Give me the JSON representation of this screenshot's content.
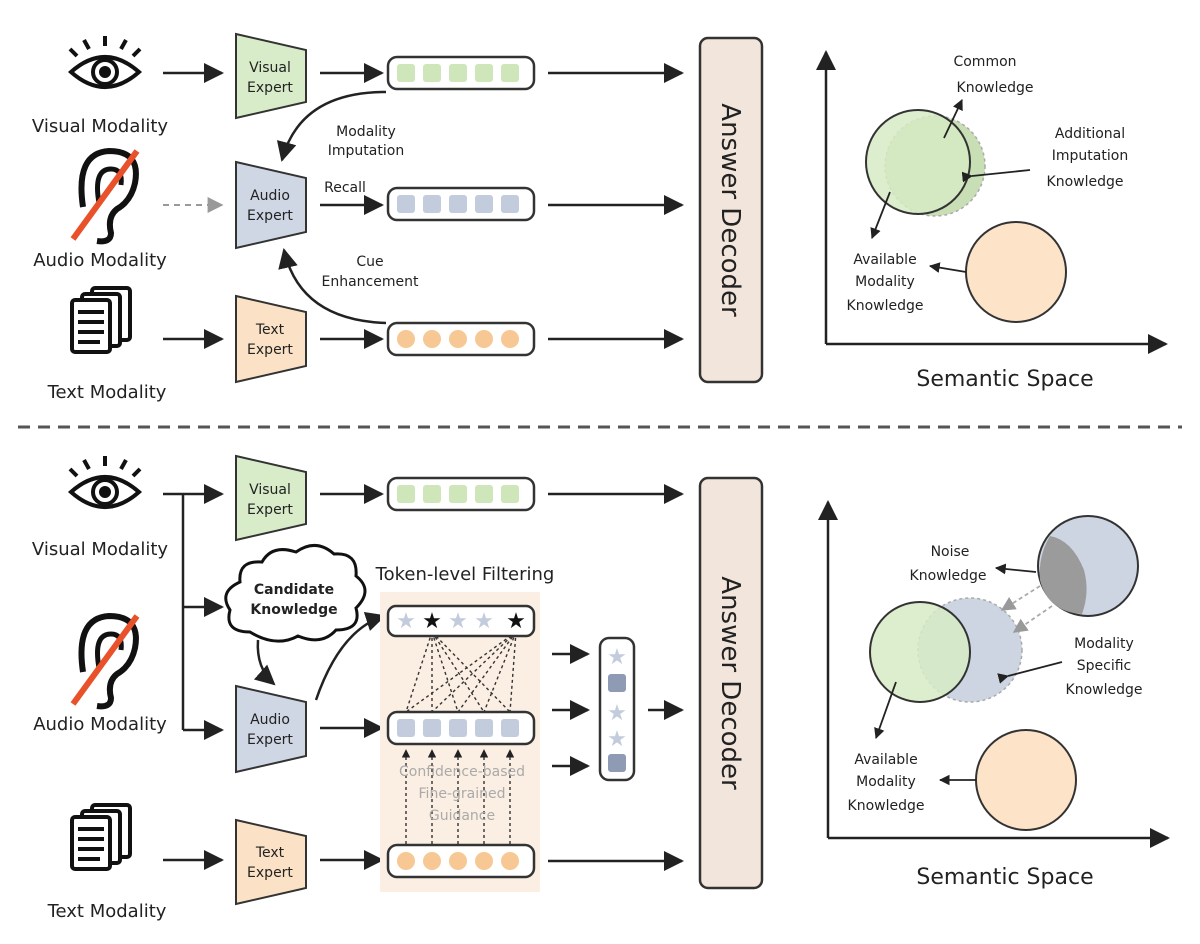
{
  "top": {
    "modalities": {
      "visual": "Visual Modality",
      "audio": "Audio Modality",
      "text": "Text Modality"
    },
    "experts": {
      "visual": [
        "Visual",
        "Expert"
      ],
      "audio": [
        "Audio",
        "Expert"
      ],
      "text": [
        "Text",
        "Expert"
      ]
    },
    "arrows": {
      "imputation": [
        "Modality",
        "Imputation"
      ],
      "recall": "Recall",
      "cue": [
        "Cue",
        "Enhancement"
      ]
    },
    "decoder": "Answer Decoder",
    "space": {
      "title": "Semantic Space",
      "common": [
        "Common",
        "Knowledge"
      ],
      "additional": [
        "Additional",
        "Imputation",
        "Knowledge"
      ],
      "available": [
        "Available",
        "Modality",
        "Knowledge"
      ]
    }
  },
  "bottom": {
    "modalities": {
      "visual": "Visual Modality",
      "audio": "Audio Modality",
      "text": "Text Modality"
    },
    "experts": {
      "visual": [
        "Visual",
        "Expert"
      ],
      "audio": [
        "Audio",
        "Expert"
      ],
      "text": [
        "Text",
        "Expert"
      ]
    },
    "candidate": [
      "Candidate",
      "Knowledge"
    ],
    "filtering_title": "Token-level Filtering",
    "guidance": [
      "Confidence-based",
      "Fine-grained",
      "Guidance"
    ],
    "decoder": "Answer Decoder",
    "space": {
      "title": "Semantic Space",
      "noise": [
        "Noise",
        "Knowledge"
      ],
      "specific": [
        "Modality",
        "Specific",
        "Knowledge"
      ],
      "available": [
        "Available",
        "Modality",
        "Knowledge"
      ]
    }
  },
  "colors": {
    "visual_fill": "#d9ecc9",
    "audio_fill": "#cfd6e4",
    "text_fill": "#fbe2c6",
    "token_green": "#cfe6bb",
    "token_blue": "#c3ccdc",
    "token_orange": "#f7c893",
    "decoder_fill": "#f2e5db",
    "filter_bg": "#fbeee2",
    "red_slash": "#e8512a",
    "circle_green": "#d6ebc4",
    "circle_orange": "#fde3c8",
    "circle_blue": "#cdd5e3",
    "circle_gray": "#9b9b9b"
  },
  "icons": [
    "eye-icon",
    "crossed-ear-icon",
    "document-stack-icon",
    "cloud-icon",
    "star-token-icon"
  ]
}
